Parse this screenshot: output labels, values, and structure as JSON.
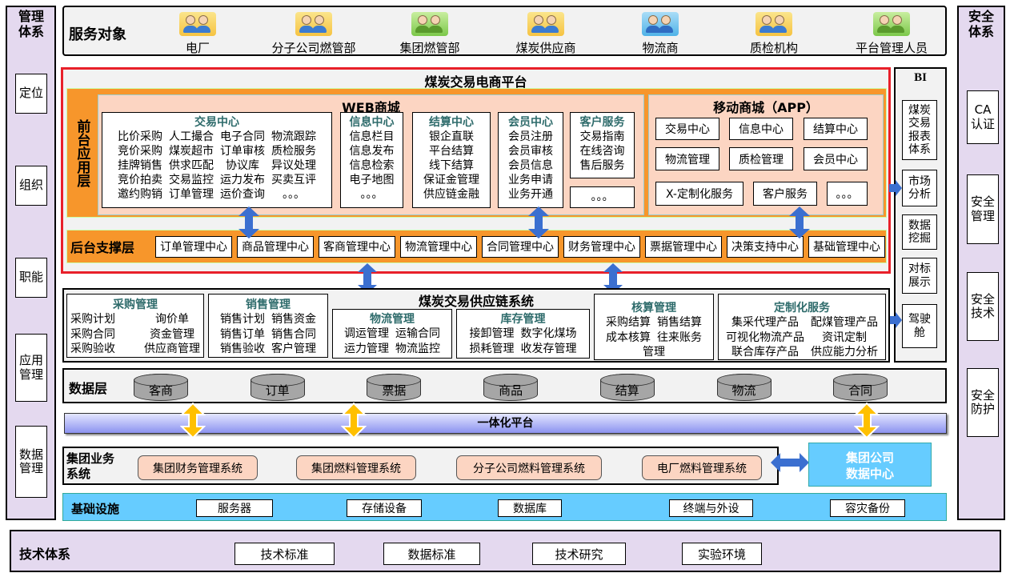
{
  "management": {
    "title": "管理体系",
    "items": [
      "定位",
      "组织",
      "职能",
      "应用管理",
      "数据管理"
    ]
  },
  "security": {
    "title": "安全体系",
    "items": [
      "CA认证",
      "安全管理",
      "安全技术",
      "安全防护"
    ]
  },
  "service": {
    "label": "服务对象",
    "items": [
      "电厂",
      "分子公司燃管部",
      "集团燃管部",
      "煤炭供应商",
      "物流商",
      "质检机构",
      "平台管理人员"
    ]
  },
  "platform": {
    "title": "煤炭交易电商平台",
    "front_label": "前台应用层",
    "web": {
      "title": "WEB商城",
      "trade": {
        "title": "交易中心",
        "items": [
          "比价采购",
          "人工撮合",
          "电子合同",
          "物流跟踪",
          "竞价采购",
          "煤炭超市",
          "订单审核",
          "质检服务",
          "挂牌销售",
          "供求匹配",
          "协议库",
          "异议处理",
          "竞价拍卖",
          "交易监控",
          "运力发布",
          "买卖互评",
          "邀约购销",
          "订单管理",
          "运价查询",
          "。。。"
        ]
      },
      "info": {
        "title": "信息中心",
        "items": [
          "信息栏目",
          "信息发布",
          "信息检索",
          "电子地图",
          "。。。"
        ]
      },
      "settle": {
        "title": "结算中心",
        "items": [
          "银企直联",
          "平台结算",
          "线下结算",
          "保证金管理",
          "供应链金融"
        ]
      },
      "member": {
        "title": "会员中心",
        "items": [
          "会员注册",
          "会员审核",
          "会员信息",
          "业务申请",
          "业务开通"
        ]
      },
      "customer": {
        "title": "客户服务",
        "items": [
          "交易指南",
          "在线咨询",
          "售后服务"
        ]
      },
      "more": "。。。"
    },
    "app": {
      "title": "移动商城（APP）",
      "items": [
        "交易中心",
        "信息中心",
        "结算中心",
        "物流管理",
        "质检管理",
        "会员中心",
        "X-定制化服务",
        "客户服务",
        "。。。"
      ]
    },
    "back_label": "后台支撑层",
    "back_items": [
      "订单管理中心",
      "商品管理中心",
      "客商管理中心",
      "物流管理中心",
      "合同管理中心",
      "财务管理中心",
      "票据管理中心",
      "决策支持中心",
      "基础管理中心"
    ]
  },
  "bi": {
    "title": "BI",
    "items": [
      "煤炭交易报表体系",
      "市场分析",
      "数据挖掘",
      "对标展示",
      "驾驶舱"
    ]
  },
  "supply": {
    "title": "煤炭交易供应链系统",
    "purchase": {
      "title": "采购管理",
      "items": [
        "采购计划",
        "询价单",
        "采购合同",
        "资金管理",
        "采购验收",
        "供应商管理"
      ]
    },
    "sales": {
      "title": "销售管理",
      "items": [
        "销售计划",
        "销售资金",
        "销售订单",
        "销售合同",
        "销售验收",
        "客户管理"
      ]
    },
    "logistics": {
      "title": "物流管理",
      "items": [
        "调运管理",
        "运输合同",
        "运力管理",
        "物流监控"
      ]
    },
    "inventory": {
      "title": "库存管理",
      "items": [
        "接卸管理",
        "数字化煤场",
        "损耗管理",
        "收发存管理"
      ]
    },
    "accounting": {
      "title": "核算管理",
      "items": [
        "采购结算",
        "销售结算",
        "成本核算",
        "往来账务",
        "管理"
      ]
    },
    "custom": {
      "title": "定制化服务",
      "items": [
        "集采代理产品",
        "配煤管理产品",
        "可视化物流产品",
        "资讯定制",
        "联合库存产品",
        "供应能力分析"
      ]
    }
  },
  "data_layer": {
    "label": "数据层",
    "items": [
      "客商",
      "订单",
      "票据",
      "商品",
      "结算",
      "物流",
      "合同"
    ]
  },
  "integration": {
    "label": "一体化平台"
  },
  "group": {
    "label": "集团业务系统",
    "items": [
      "集团财务管理系统",
      "集团燃料管理系统",
      "分子公司燃料管理系统",
      "电厂燃料管理系统"
    ],
    "datacenter": "集团公司数据中心"
  },
  "infra": {
    "label": "基础设施",
    "items": [
      "服务器",
      "存储设备",
      "数据库",
      "终端与外设",
      "容灾备份"
    ]
  },
  "tech": {
    "label": "技术体系",
    "items": [
      "技术标准",
      "数据标准",
      "技术研究",
      "实验环境"
    ]
  },
  "colors": {
    "orange": "#F7962B",
    "peach": "#FCD5C2",
    "lavender": "#E4D9EF",
    "sky": "#66CCFF",
    "red": "#E8202A",
    "arrow_blue": "#3B6FD0",
    "arrow_yellow": "#FFC000"
  }
}
